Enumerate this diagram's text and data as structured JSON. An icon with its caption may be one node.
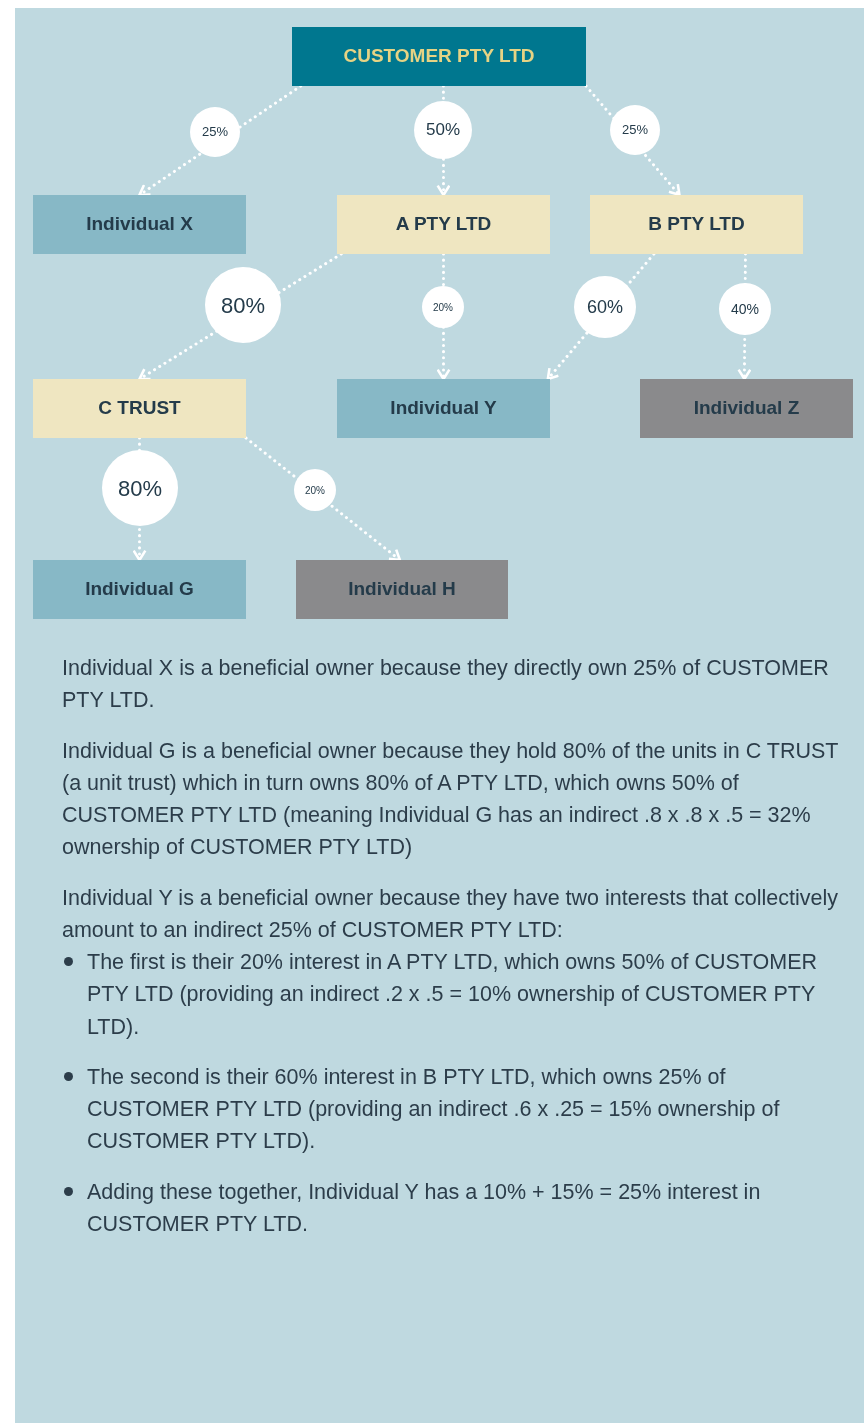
{
  "diagram": {
    "nodes": [
      {
        "text": [
          "CUSTOMER PTY LTD"
        ]
      },
      {
        "text": [
          "Individual X"
        ]
      },
      {
        "text": [
          "A PTY LTD"
        ]
      },
      {
        "text": [
          "B PTY LTD"
        ]
      },
      {
        "text": [
          "C TRUST"
        ]
      },
      {
        "text": [
          "Individual Y"
        ]
      },
      {
        "text": [
          "Individual Z"
        ]
      },
      {
        "text": [
          "Individual G"
        ]
      },
      {
        "text": [
          "Individual H"
        ]
      }
    ],
    "edges": [
      {
        "from": 0,
        "to": 1,
        "arrow": "to",
        "label": "25%",
        "style": "dashed"
      },
      {
        "from": 0,
        "to": 2,
        "arrow": "to",
        "label": "50%",
        "style": "dashed"
      },
      {
        "from": 0,
        "to": 3,
        "arrow": "to",
        "label": "25%",
        "style": "dashed"
      },
      {
        "from": 2,
        "to": 4,
        "arrow": "to",
        "label": "80%",
        "style": "dashed"
      },
      {
        "from": 2,
        "to": 5,
        "arrow": "to",
        "label": "20%",
        "style": "dashed"
      },
      {
        "from": 3,
        "to": 5,
        "arrow": "to",
        "label": "60%",
        "style": "dashed"
      },
      {
        "from": 3,
        "to": 6,
        "arrow": "to",
        "label": "40%",
        "style": "dashed"
      },
      {
        "from": 4,
        "to": 7,
        "arrow": "to",
        "label": "80%",
        "style": "dashed"
      },
      {
        "from": 4,
        "to": 8,
        "arrow": "to",
        "label": "20%",
        "style": "dashed"
      }
    ],
    "labels": [
      "Individual X is a beneficial owner because they directly own 25% of CUSTOMER PTY LTD.",
      "Individual G is a beneficial owner because they hold 80% of the units in C TRUST (a unit trust) which in turn owns 80% of A PTY LTD, which owns 50% of CUSTOMER PTY LTD (meaning Individual G has an indirect .8 x .8 x .5 = 32% ownership of CUSTOMER PTY LTD)",
      "Individual Y is a beneficial owner because they have two interests that collectively amount to an indirect 25% of CUSTOMER PTY LTD:",
      "The first is their 20% interest in A PTY LTD, which owns 50% of CUSTOMER PTY LTD (providing an indirect .2 x .5 = 10% ownership of CUSTOMER PTY LTD).",
      "The second is their 60% interest in B PTY LTD, which owns 25% of CUSTOMER PTY LTD (providing an indirect .6 x .25 = 15% ownership of CUSTOMER PTY LTD).",
      "Adding these together, Individual Y has a 10% + 15% = 25% interest in CUSTOMER PTY LTD."
    ]
  }
}
